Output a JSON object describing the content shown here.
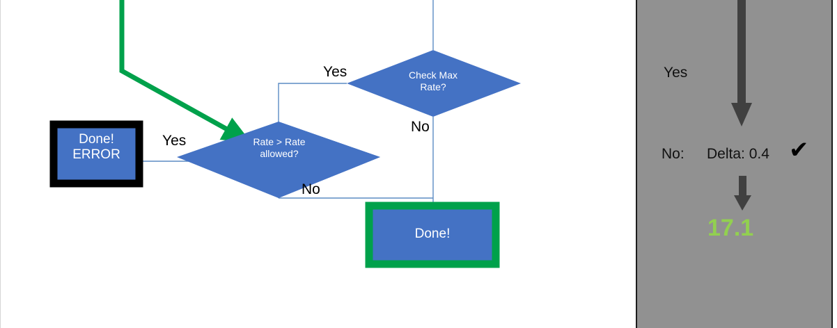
{
  "canvas": {
    "background_color": "#ffffff",
    "node_fill": "#4472c4",
    "connector_color": "#5b8bc4",
    "green_accent": "#00a14b",
    "black_outline": "#000000"
  },
  "flowchart": {
    "nodes": [
      {
        "id": "done-error",
        "type": "process-box",
        "label": "Done!\nERROR",
        "fill": "#4472c4",
        "border_color": "#000000"
      },
      {
        "id": "rate-gt-rate-allowed",
        "type": "decision-diamond",
        "label": "Rate > Rate\nallowed?",
        "fill": "#4472c4"
      },
      {
        "id": "check-max-rate",
        "type": "decision-diamond",
        "label": "Check Max\nRate?",
        "fill": "#4472c4"
      },
      {
        "id": "done",
        "type": "process-box",
        "label": "Done!",
        "fill": "#4472c4",
        "border_color": "#00a14b"
      }
    ],
    "edge_labels": [
      {
        "id": "check-max-rate-yes",
        "text": "Yes"
      },
      {
        "id": "check-max-rate-no",
        "text": "No"
      },
      {
        "id": "rate-allowed-yes",
        "text": "Yes"
      },
      {
        "id": "rate-allowed-no",
        "text": "No"
      }
    ]
  },
  "panel": {
    "background_color": "#919191",
    "yes_label": "Yes",
    "no_label": "No:",
    "delta_label": "Delta: 0.4",
    "check_glyph": "✔",
    "result_value": "17.1",
    "result_color": "#92d050",
    "arrow_color": "#404040"
  }
}
